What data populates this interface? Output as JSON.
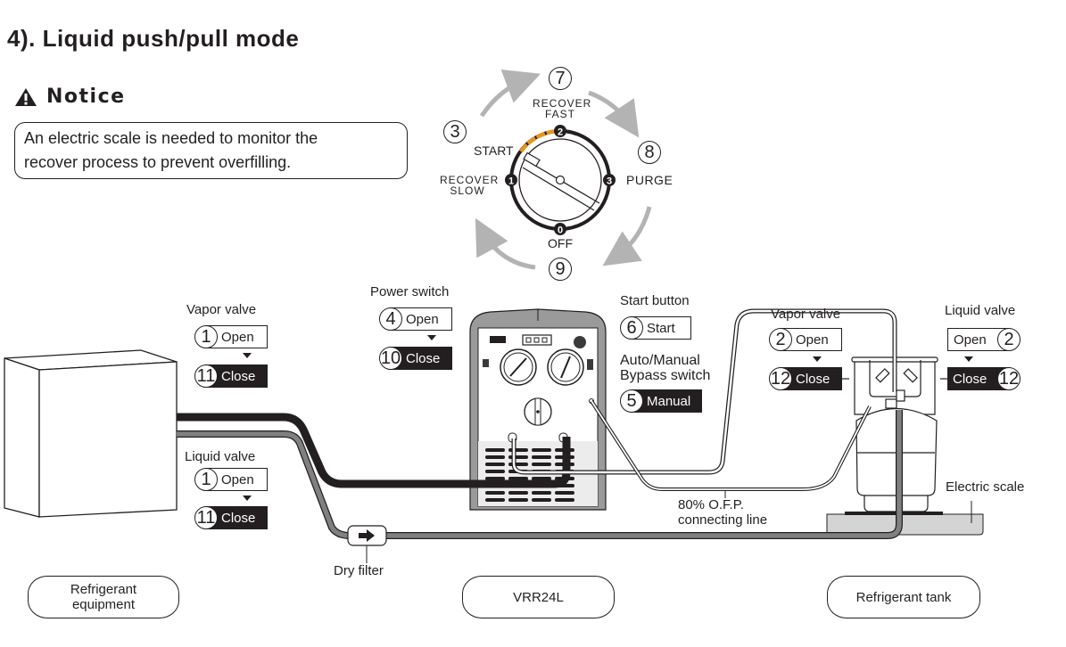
{
  "title": "4). Liquid push/pull mode",
  "notice": {
    "icon": "warning-triangle-icon",
    "heading": "Notice",
    "text_line1": "An electric scale is needed to monitor the",
    "text_line2": "recover process to prevent overfilling."
  },
  "dial": {
    "positions": [
      {
        "marker": "0",
        "label": "OFF"
      },
      {
        "marker": "1",
        "label": "RECOVER SLOW"
      },
      {
        "marker": "2",
        "label": "RECOVER FAST"
      },
      {
        "marker": "3",
        "label": "PURGE"
      }
    ],
    "start_label": "START",
    "recover_slow_l1": "RECOVER",
    "recover_slow_l2": "SLOW",
    "recover_fast_l1": "RECOVER",
    "recover_fast_l2": "FAST",
    "purge_label": "PURGE",
    "off_label": "OFF",
    "step_start": "3",
    "step_fast": "7",
    "step_purge": "8",
    "step_off": "9",
    "accent_color": "#e8961e"
  },
  "equipment_valves": {
    "vapor": {
      "label": "Vapor valve",
      "open_step": "1",
      "open_label": "Open",
      "close_step": "11",
      "close_label": "Close"
    },
    "liquid": {
      "label": "Liquid valve",
      "open_step": "1",
      "open_label": "Open",
      "close_step": "11",
      "close_label": "Close"
    }
  },
  "machine": {
    "power": {
      "label": "Power switch",
      "open_step": "4",
      "open_label": "Open",
      "close_step": "10",
      "close_label": "Close"
    },
    "start": {
      "label": "Start button",
      "step": "6",
      "step_label": "Start"
    },
    "bypass": {
      "label_l1": "Auto/Manual",
      "label_l2": "Bypass switch",
      "step": "5",
      "step_label": "Manual"
    }
  },
  "tank_valves": {
    "vapor": {
      "label": "Vapor valve",
      "open_step": "2",
      "open_label": "Open",
      "close_step": "12",
      "close_label": "Close"
    },
    "liquid": {
      "label": "Liquid valve",
      "open_step": "2",
      "open_label": "Open",
      "close_step": "12",
      "close_label": "Close"
    }
  },
  "callouts": {
    "dry_filter": "Dry filter",
    "ofp_l1": "80% O.F.P.",
    "ofp_l2": "connecting line",
    "electric_scale": "Electric scale"
  },
  "components": {
    "equipment_l1": "Refrigerant",
    "equipment_l2": "equipment",
    "machine": "VRR24L",
    "tank": "Refrigerant tank"
  },
  "colors": {
    "ink": "#231f20",
    "vapor_hose": "#231f20",
    "liquid_hose": "#808080",
    "dial_arrows": "#b3b3b3",
    "machine_body": "#9a9a9a",
    "scale": "#d4d4d4",
    "dial_accent": "#e8961e"
  }
}
